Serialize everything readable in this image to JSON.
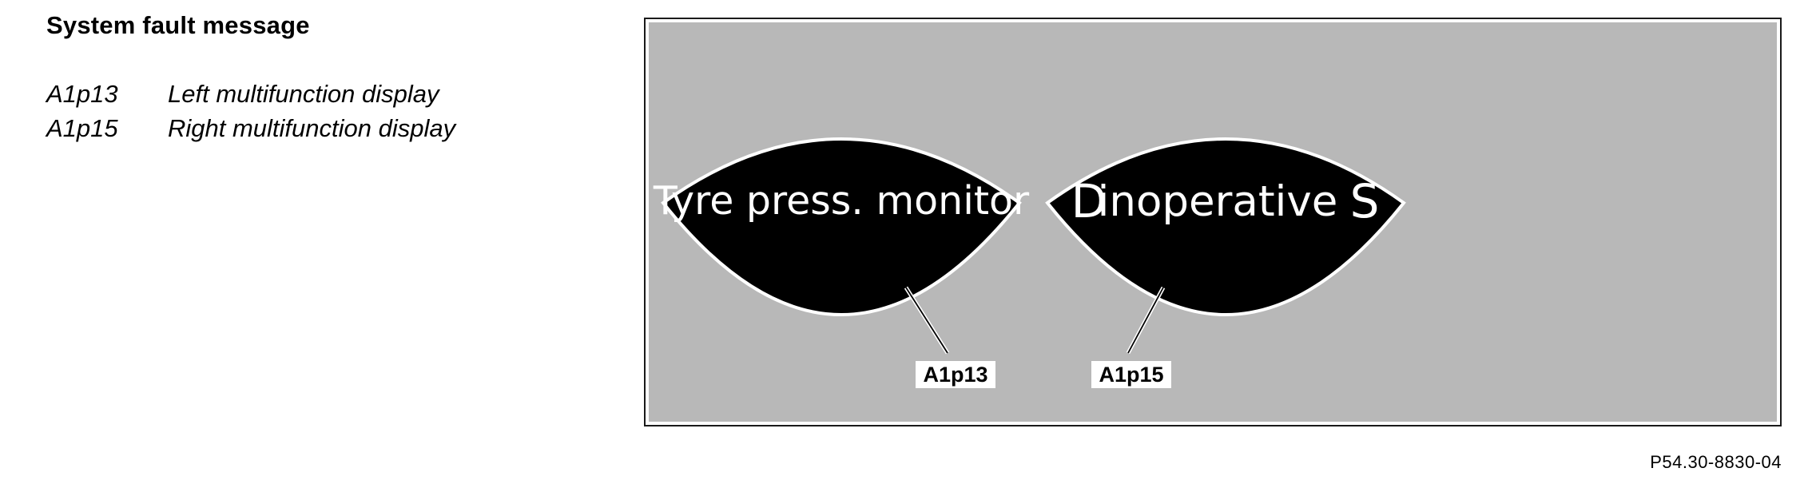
{
  "title": "System fault message",
  "legend": [
    {
      "code": "A1p13",
      "text": "Left multifunction display"
    },
    {
      "code": "A1p15",
      "text": "Right multifunction display"
    }
  ],
  "displays": {
    "left": {
      "message": "Tyre press. monitor",
      "callout": "A1p13"
    },
    "right": {
      "left_letter": "D",
      "message": "inoperative",
      "right_letter": "S",
      "callout": "A1p15"
    }
  },
  "colors": {
    "panel_background": "#b8b8b8",
    "display_fill": "#000000",
    "display_text": "#ffffff",
    "display_rim": "#ffffff"
  },
  "figure_id": "P54.30-8830-04"
}
